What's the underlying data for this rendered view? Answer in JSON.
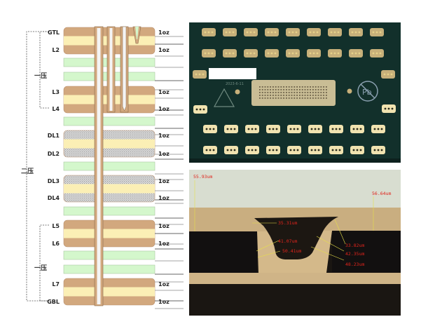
{
  "stackup": {
    "layers": [
      {
        "name": "GTL",
        "weight": "1oz"
      },
      {
        "name": "L2",
        "weight": "1oz"
      },
      {
        "name": "L3",
        "weight": "1oz"
      },
      {
        "name": "L4",
        "weight": "1oz"
      },
      {
        "name": "DL1",
        "weight": "1oz"
      },
      {
        "name": "DL2",
        "weight": "1oz"
      },
      {
        "name": "DL3",
        "weight": "1oz"
      },
      {
        "name": "DL4",
        "weight": "1oz"
      },
      {
        "name": "L5",
        "weight": "1oz"
      },
      {
        "name": "L6",
        "weight": "1oz"
      },
      {
        "name": "L7",
        "weight": "1oz"
      },
      {
        "name": "GBL",
        "weight": "1oz"
      }
    ],
    "press_labels": {
      "first_press_top": "一压",
      "second_press": "二压",
      "first_press_bottom": "一压"
    },
    "colors": {
      "copper": "#d2a87e",
      "core": "#fbefb5",
      "prepreg": "#d4f7cc",
      "hatched": "#bdbdbd"
    }
  },
  "pcb_photo": {
    "date_marking": "2023-6-11",
    "logo": "Pb-free"
  },
  "cross_section": {
    "measurements": [
      "55.93um",
      "56.64um",
      "35.31um",
      "41.07um",
      "50.41um",
      "33.82um",
      "42.35um",
      "48.23um"
    ]
  }
}
